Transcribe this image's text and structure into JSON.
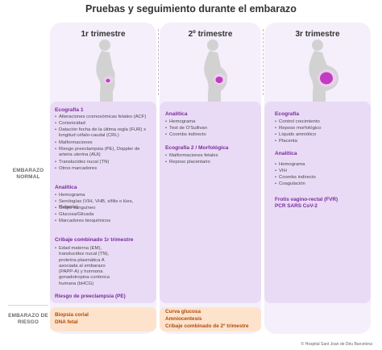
{
  "title": "Pruebas y seguimiento durante el embarazo",
  "columns": [
    {
      "heading": "1r trimestre"
    },
    {
      "heading": "2º trimestre"
    },
    {
      "heading": "3r trimestre"
    }
  ],
  "row_labels": {
    "normal": "EMBARAZO NORMAL",
    "risk": "EMBARAZO DE RIESGO"
  },
  "col1": {
    "eco_title": "Ecografía 1",
    "eco_items": [
      "Alteraciones cromosómicas fetales (ACF)",
      "Corionicidad",
      "Datación fecha de la última regla (FUR) x longitud céfalo-caudal (CRL)",
      "Malformaciones",
      "Riesgo preeclampsia (PE), Doppler de arteria uterina (AUt)",
      "Translucidez nucal (TN)",
      "Otros marcadores"
    ],
    "ana_title": "Analítica",
    "ana_items": [
      "Hemograma",
      "Serologías (VIH, VHB, sífilis o lúes, Rubeola)",
      "Grupo sanguíneo",
      "Glucosa/Glicada",
      "Marcadores bioquímicos"
    ],
    "crib_title": "Cribaje combinado 1r trimestre",
    "crib_items": [
      "Edad materna (EM), translucidez nucal (TN), proteína plasmática A asociada al embarazo (PAPP-A) y hormona gonadotropina coriónica humana (bHCG)"
    ],
    "risk_pe": "Riesgo de preeclampsia (PE)",
    "risk_items": [
      "Biopsia corial",
      "DNA fetal"
    ]
  },
  "col2": {
    "ana_title": "Analítica",
    "ana_items": [
      "Hemograma",
      "Test de O'Sullivan",
      "Coombs indirecto"
    ],
    "eco_title": "Ecografía 2 / Morfológica",
    "eco_items": [
      "Malformaciones fetales",
      "Reposo placentario"
    ],
    "risk_items": [
      "Curva glucosa",
      "Amniocentesis",
      "Cribaje combinado de 2º trimestre"
    ]
  },
  "col3": {
    "eco_title": "Ecografía",
    "eco_items": [
      "Control crecimiento",
      "Reposo morfológico",
      "Líquido amniótico",
      "Placenta"
    ],
    "ana_title": "Analítica",
    "ana_items": [
      "Hemograma",
      "VIH",
      "Coombs indirecto",
      "Coagulación"
    ],
    "extra": [
      "Frotis vagino-rectal (FVR)",
      "PCR SARS CoV-2"
    ]
  },
  "footer": "© Hospital Sant Joan de Déu Barcelona",
  "colors": {
    "panel": "#e9dbf6",
    "risk": "#fde3cc",
    "accent": "#7a2d9a",
    "risk_text": "#b04a0c",
    "fetus": "#c03cc0"
  }
}
